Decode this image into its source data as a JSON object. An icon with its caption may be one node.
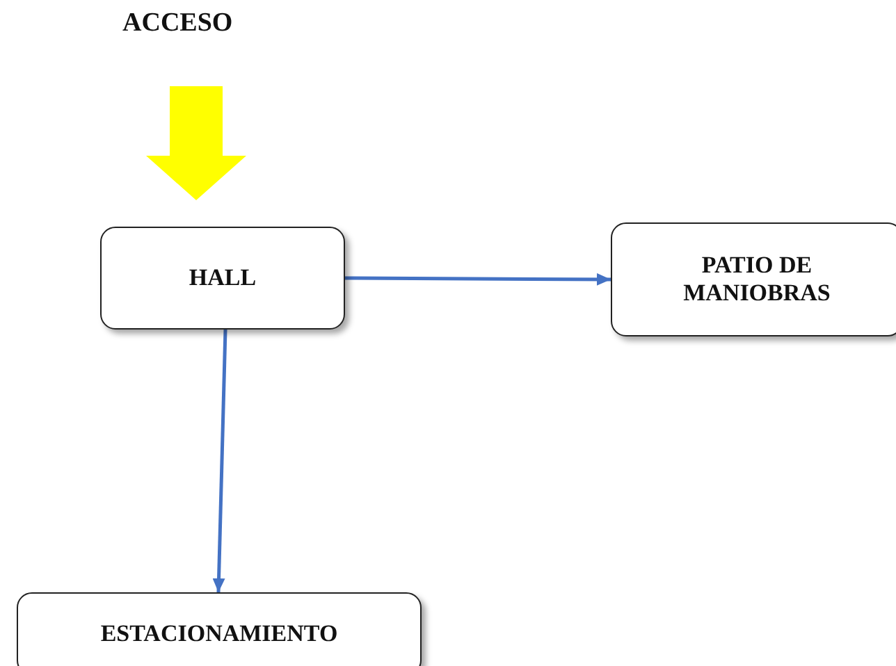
{
  "diagram": {
    "nodes": [
      {
        "text": [
          "HALL"
        ]
      },
      {
        "text": [
          "PATIO DE MANIOBRAS"
        ]
      },
      {
        "text": [
          "ESTACIONAMIENTO"
        ]
      }
    ],
    "edges": [
      {
        "from": null,
        "to": 0,
        "arrow": "to",
        "style": "thick",
        "color": "#ffff00"
      },
      {
        "from": 0,
        "to": 1,
        "arrow": "to"
      },
      {
        "from": 0,
        "to": 2,
        "arrow": "to"
      }
    ],
    "labels": [
      "ACCESO"
    ]
  }
}
